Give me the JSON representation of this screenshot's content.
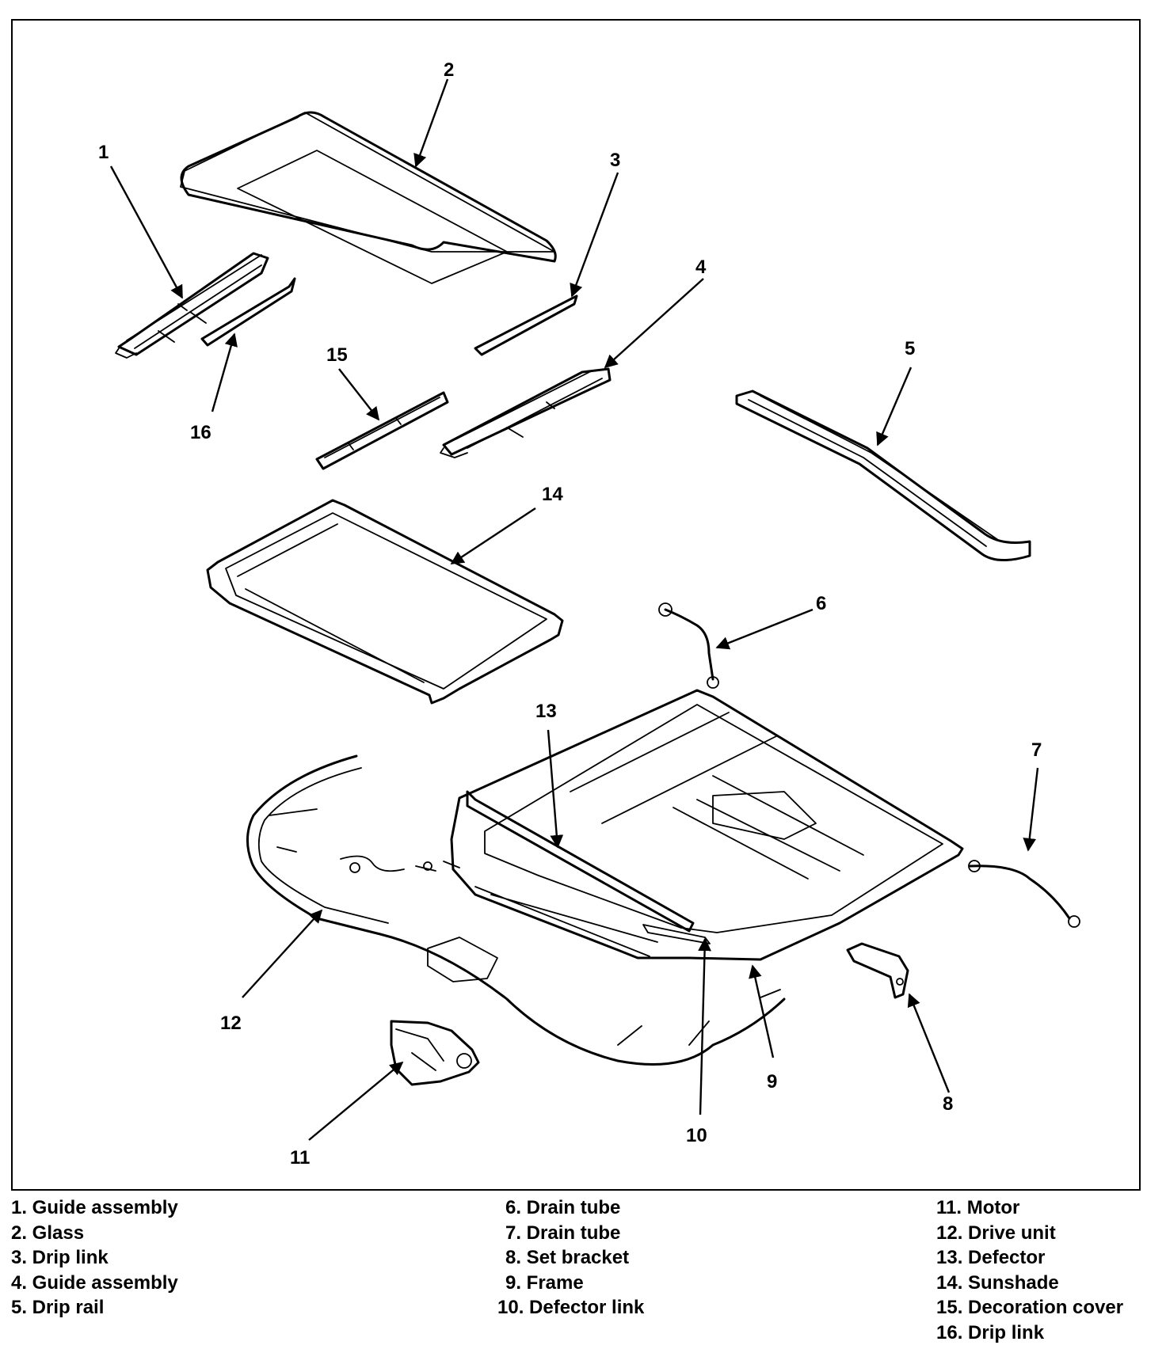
{
  "callouts": [
    "1",
    "2",
    "3",
    "4",
    "5",
    "6",
    "7",
    "8",
    "9",
    "10",
    "11",
    "12",
    "13",
    "14",
    "15",
    "16"
  ],
  "legend": {
    "col1": [
      "1. Guide assembly",
      "2. Glass",
      "3. Drip link",
      "4. Guide assembly",
      "5. Drip rail"
    ],
    "col2": [
      "6. Drain tube",
      "7. Drain tube",
      "8. Set bracket",
      "9. Frame",
      "10. Defector link"
    ],
    "col3": [
      "11. Motor",
      "12. Drive unit",
      "13. Defector",
      "14. Sunshade",
      "15. Decoration cover",
      "16. Drip link"
    ]
  }
}
